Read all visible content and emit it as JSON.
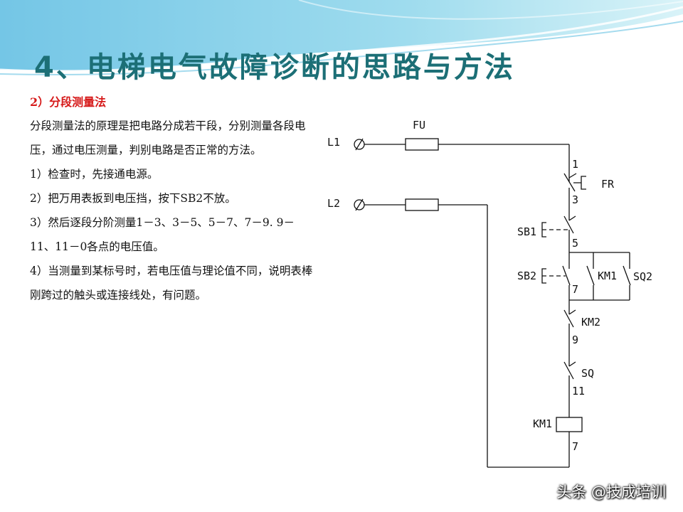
{
  "slide": {
    "title": "4、电梯电气故障诊断的思路与方法",
    "section_title": "2）分段测量法",
    "paragraphs": [
      "分段测量法的原理是把电路分成若干段，分别测量各段电压，通过电压测量，判别电路是否正常的方法。",
      "1）检查时，先接通电源。",
      "2）把万用表扳到电压挡，按下SB2不放。",
      "3）然后逐段分阶测量1－3、3－5、5－7、7－9. 9－11、11－0各点的电压值。",
      "4）当测量到某标号时，若电压值与理论值不同，说明表棒刚跨过的触头或连接线处，有问题。"
    ]
  },
  "circuit": {
    "labels": {
      "l1": "L1",
      "l2": "L2",
      "fu": "FU",
      "fr": "FR",
      "sb1": "SB1",
      "sb2": "SB2",
      "km1_contact": "KM1",
      "sq2": "SQ2",
      "km2": "KM2",
      "sq": "SQ",
      "km1_coil": "KM1"
    },
    "nodes": {
      "n1": "1",
      "n3": "3",
      "n5": "5",
      "n7a": "7",
      "n9": "9",
      "n11": "11",
      "n7b": "7"
    }
  },
  "watermark": "头条 @技成培训",
  "colors": {
    "title": "#1c6f76",
    "section_title": "#d61a1a",
    "header_wave": "#5fc0df",
    "line": "#111111"
  }
}
